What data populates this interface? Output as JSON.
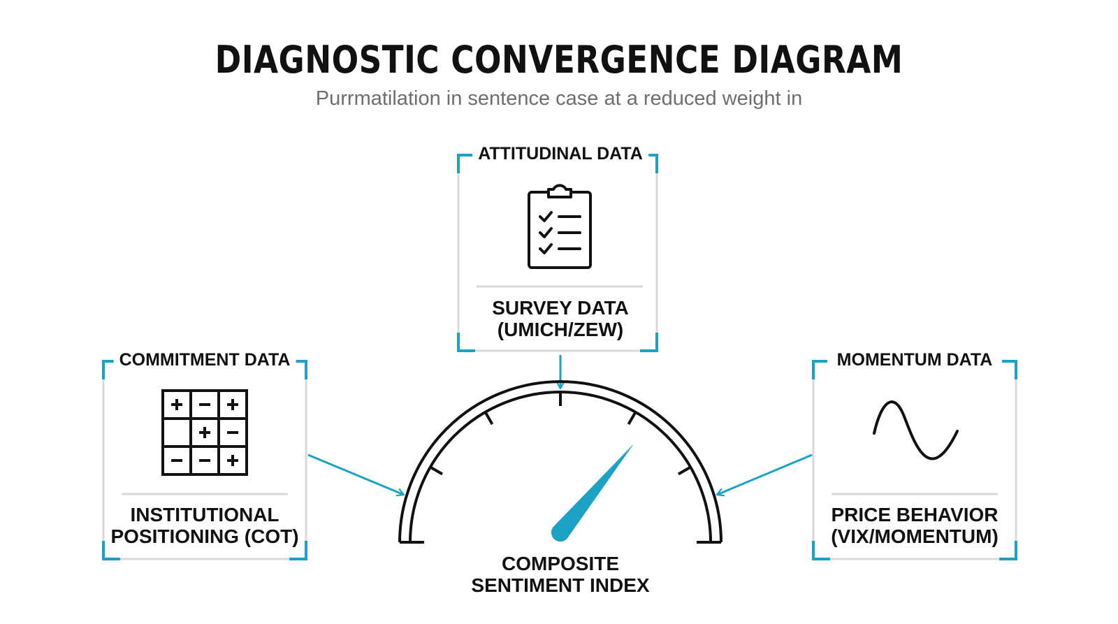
{
  "title": "DIAGNOSTIC CONVERGENCE DIAGRAM",
  "subtitle": "Purrmatilation in sentence case at a reduced weight in",
  "colors": {
    "accent": "#1aa3c4",
    "frame": "#d9d9d9",
    "ink": "#111111",
    "subtitle": "#6e6e6e"
  },
  "cards": {
    "attitudinal": {
      "heading": "ATTITUDINAL DATA",
      "icon": "clipboard-checklist-icon",
      "label_line1": "SURVEY DATA",
      "label_line2": "(UMICH/ZEW)"
    },
    "commitment": {
      "heading": "COMMITMENT DATA",
      "icon": "plus-minus-grid-icon",
      "grid": [
        [
          "+",
          "−",
          "+"
        ],
        [
          "",
          "+",
          "−"
        ],
        [
          "−",
          "−",
          "+"
        ]
      ],
      "label_line1": "INSTITUTIONAL",
      "label_line2": "POSITIONING (COT)"
    },
    "momentum": {
      "heading": "MOMENTUM DATA",
      "icon": "sine-wave-icon",
      "label_line1": "PRICE BEHAVIOR",
      "label_line2": "(VIX/MOMENTUM)"
    }
  },
  "gauge": {
    "icon": "gauge-icon",
    "needle_fraction": 0.72,
    "label_line1": "COMPOSITE",
    "label_line2": "SENTIMENT INDEX"
  }
}
